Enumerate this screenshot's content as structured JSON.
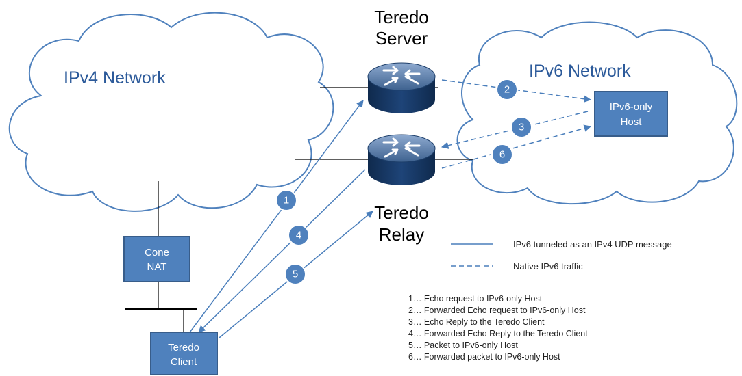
{
  "networks": {
    "ipv4": "IPv4 Network",
    "ipv6": "IPv6 Network"
  },
  "devices": {
    "teredo_server": [
      "Teredo",
      "Server"
    ],
    "teredo_relay": [
      "Teredo",
      "Relay"
    ],
    "cone_nat": [
      "Cone",
      "NAT"
    ],
    "teredo_client": [
      "Teredo",
      "Client"
    ],
    "ipv6_host": [
      "IPv6-only",
      "Host"
    ]
  },
  "steps": [
    "1",
    "2",
    "3",
    "4",
    "5",
    "6"
  ],
  "legend": {
    "tunneled": "IPv6 tunneled as an IPv4 UDP message",
    "native": "Native IPv6 traffic"
  },
  "notes": [
    "1… Echo request to IPv6-only Host",
    "2… Forwarded Echo request to IPv6-only Host",
    "3… Echo Reply to the Teredo Client",
    "4… Forwarded Echo Reply to the Teredo Client",
    "5… Packet to IPv6-only Host",
    "6… Forwarded packet to IPv6-only Host"
  ],
  "colors": {
    "accent": "#4f81bd",
    "router_body": "#17375e",
    "router_top": "#4a6f9e"
  },
  "icons": [
    "router-icon",
    "cloud-shape"
  ]
}
